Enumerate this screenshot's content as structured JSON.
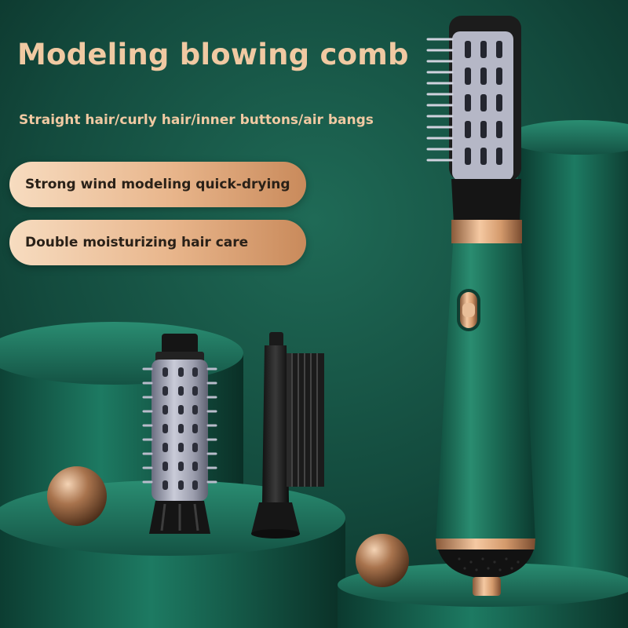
{
  "headline": "Modeling blowing comb",
  "subheadline": "Straight hair/curly hair/inner buttons/air bangs",
  "features": [
    "Strong wind modeling quick-drying",
    "Double moisturizing hair care"
  ],
  "colors": {
    "background": "#0d3b30",
    "title_text": "#f0c9a2",
    "pill_gradient_start": "#f7dcc0",
    "pill_gradient_end": "#c98a5b",
    "pill_text": "#2a2118",
    "device_body": "#1b6b55",
    "rose_gold_accent": "#e0a77c"
  }
}
